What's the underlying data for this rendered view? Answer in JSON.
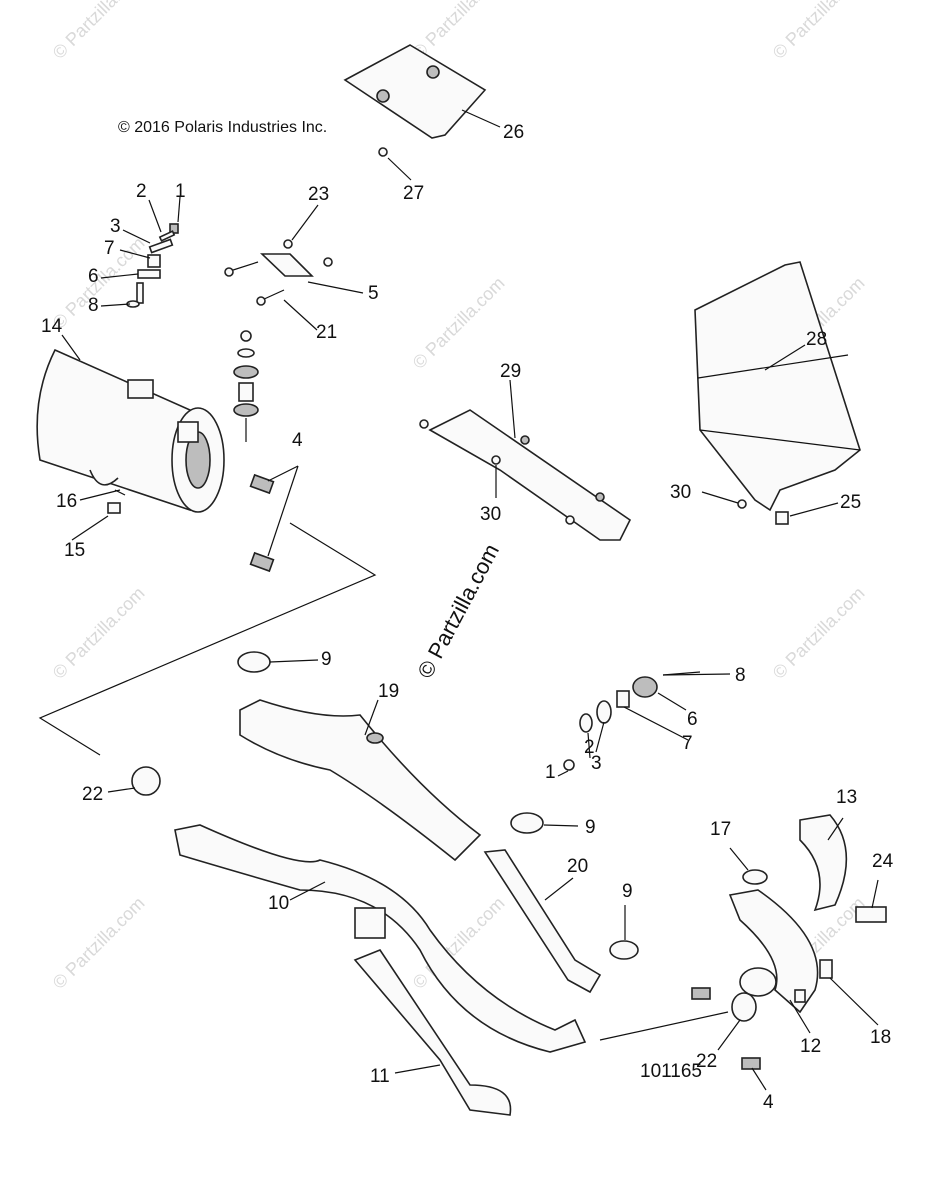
{
  "copyright": "© 2016 Polaris Industries Inc.",
  "brand_watermark": "© Partzilla.com",
  "faint_watermark": "© Partzilla.com",
  "diagram_number": "101165",
  "callouts": [
    {
      "id": "c1a",
      "label": "1"
    },
    {
      "id": "c2a",
      "label": "2"
    },
    {
      "id": "c3a",
      "label": "3"
    },
    {
      "id": "c7a",
      "label": "7"
    },
    {
      "id": "c6a",
      "label": "6"
    },
    {
      "id": "c8a",
      "label": "8"
    },
    {
      "id": "c23",
      "label": "23"
    },
    {
      "id": "c5",
      "label": "5"
    },
    {
      "id": "c21",
      "label": "21"
    },
    {
      "id": "c14",
      "label": "14"
    },
    {
      "id": "c4a",
      "label": "4"
    },
    {
      "id": "c16",
      "label": "16"
    },
    {
      "id": "c15",
      "label": "15"
    },
    {
      "id": "c26",
      "label": "26"
    },
    {
      "id": "c27",
      "label": "27"
    },
    {
      "id": "c28",
      "label": "28"
    },
    {
      "id": "c29",
      "label": "29"
    },
    {
      "id": "c30a",
      "label": "30"
    },
    {
      "id": "c30b",
      "label": "30"
    },
    {
      "id": "c25",
      "label": "25"
    },
    {
      "id": "c9a",
      "label": "9"
    },
    {
      "id": "c19",
      "label": "19"
    },
    {
      "id": "c8b",
      "label": "8"
    },
    {
      "id": "c6b",
      "label": "6"
    },
    {
      "id": "c7b",
      "label": "7"
    },
    {
      "id": "c3b",
      "label": "3"
    },
    {
      "id": "c2b",
      "label": "2"
    },
    {
      "id": "c1b",
      "label": "1"
    },
    {
      "id": "c22a",
      "label": "22"
    },
    {
      "id": "c9b",
      "label": "9"
    },
    {
      "id": "c13",
      "label": "13"
    },
    {
      "id": "c17",
      "label": "17"
    },
    {
      "id": "c20",
      "label": "20"
    },
    {
      "id": "c24",
      "label": "24"
    },
    {
      "id": "c9c",
      "label": "9"
    },
    {
      "id": "c10",
      "label": "10"
    },
    {
      "id": "c12",
      "label": "12"
    },
    {
      "id": "c18",
      "label": "18"
    },
    {
      "id": "c22b",
      "label": "22"
    },
    {
      "id": "c11",
      "label": "11"
    },
    {
      "id": "c4b",
      "label": "4"
    }
  ]
}
